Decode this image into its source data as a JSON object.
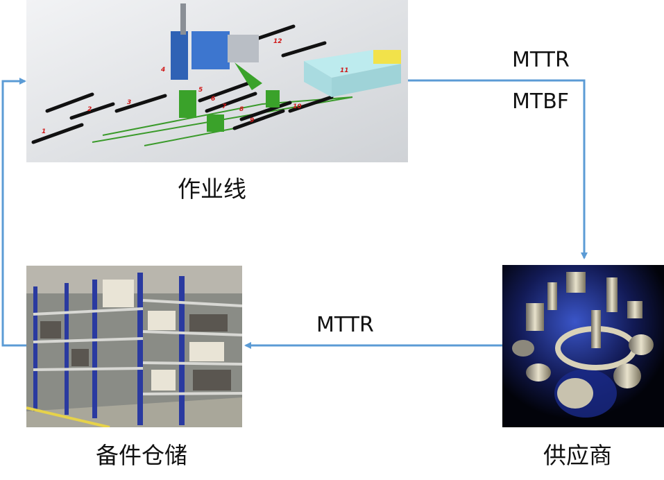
{
  "nodes": {
    "production_line": {
      "caption": "作业线"
    },
    "spare_parts_storage": {
      "caption": "备件仓储"
    },
    "supplier": {
      "caption": "供应商"
    }
  },
  "edges": {
    "line_to_supplier": {
      "labels": [
        "MTTR",
        "MTBF"
      ]
    },
    "supplier_to_storage": {
      "labels": [
        "MTTR"
      ]
    },
    "storage_to_line": {
      "labels": []
    }
  },
  "production_line_callouts": [
    "1",
    "2",
    "3",
    "4",
    "5",
    "6",
    "7",
    "8",
    "9",
    "10",
    "11",
    "12"
  ],
  "colors": {
    "arrow": "#5b9bd5"
  }
}
